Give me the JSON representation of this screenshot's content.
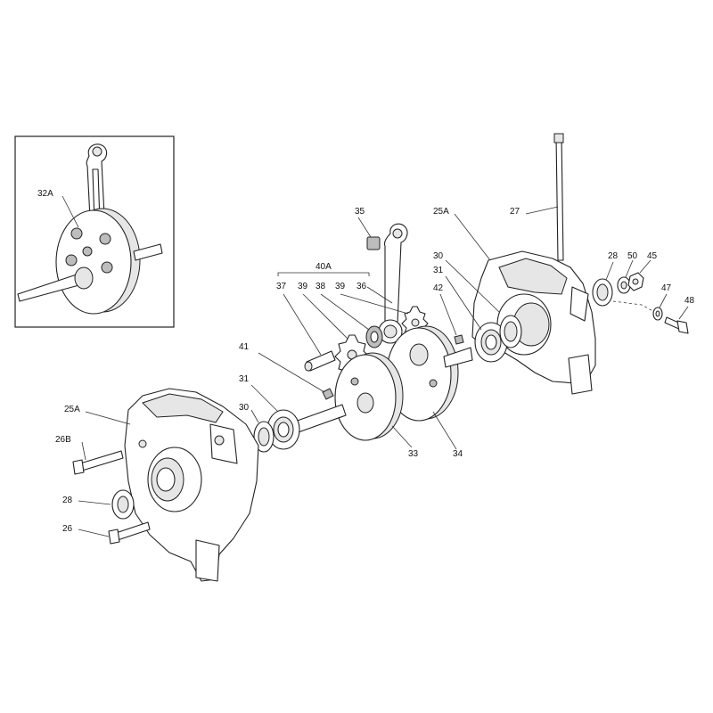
{
  "callouts": {
    "c32A": "32A",
    "c35": "35",
    "c25A_top": "25A",
    "c27": "27",
    "c40A": "40A",
    "c37": "37",
    "c39a": "39",
    "c38": "38",
    "c39b": "39",
    "c36": "36",
    "c30_top": "30",
    "c31_top": "31",
    "c42": "42",
    "c28_top": "28",
    "c50": "50",
    "c45": "45",
    "c47": "47",
    "c48": "48",
    "c41": "41",
    "c31_left": "31",
    "c30_left": "30",
    "c25A_left": "25A",
    "c26B": "26B",
    "c28_left": "28",
    "c26": "26",
    "c33": "33",
    "c34": "34"
  }
}
